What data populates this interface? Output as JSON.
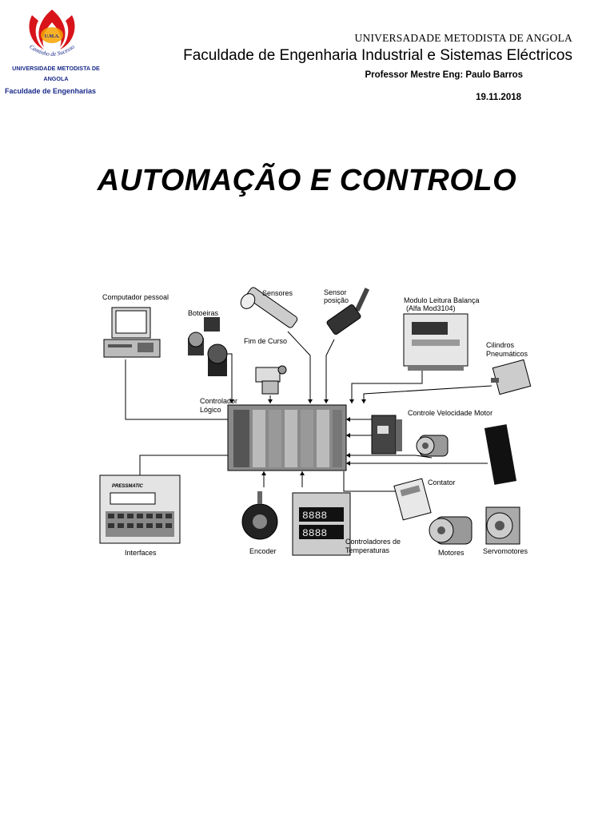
{
  "header": {
    "logo_text_top": "U.M.A.",
    "logo_text_bottom": "Caminho de Sucesso",
    "left_university_line1": "UNIVERSIDADE METODISTA DE",
    "left_university_line2": "ANGOLA",
    "left_faculty": "Faculdade de Engenharias",
    "university_name": "UNIVERSADADE METODISTA DE ANGOLA",
    "faculty_name": "Faculdade de Engenharia Industrial e Sistemas Eléctricos",
    "professor": "Professor  Mestre Eng: Paulo Barros",
    "date": "19.11.2018"
  },
  "title": "AUTOMAÇÃO E CONTROLO",
  "diagram": {
    "labels": {
      "pc": "Computador pessoal",
      "buttons": "Botoeiras",
      "sensors": "Sensores",
      "position_sensor_1": "Sensor",
      "position_sensor_2": "posição",
      "weight_module_1": "Modulo Leitura Balança",
      "weight_module_2": "(Alfa Mod3104)",
      "limit_switch": "Fim de Curso",
      "cylinders_1": "Cilindros",
      "cylinders_2": "Pneumáticos",
      "controller_1": "Controlador",
      "controller_2": "Lógico",
      "speed_control": "Controle Velocidade Motor",
      "contactor": "Contator",
      "interfaces": "Interfaces",
      "encoder": "Encoder",
      "temp_ctrl_1": "Controladores de",
      "temp_ctrl_2": "Temperaturas",
      "motors": "Motores",
      "servomotors": "Servomotores",
      "hmi_brand": "PRESSMATIC",
      "temp_display": "8888"
    }
  }
}
